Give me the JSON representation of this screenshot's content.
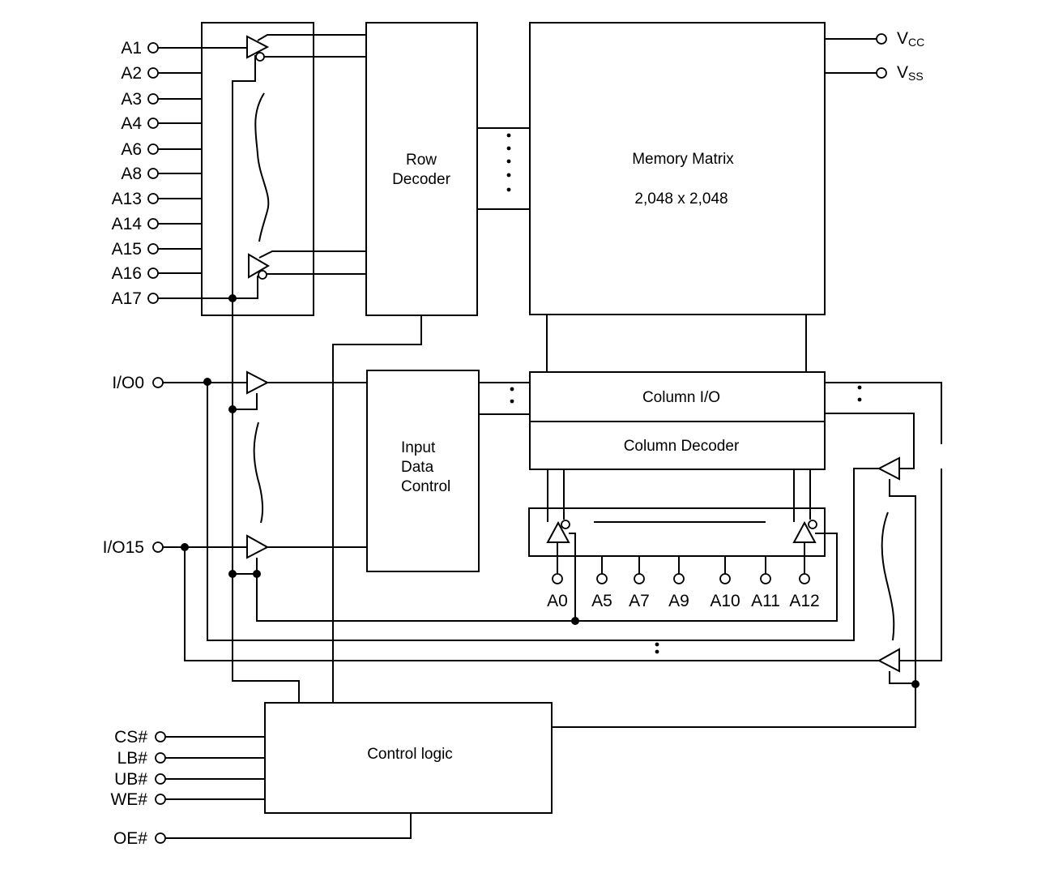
{
  "address_pins_left": [
    "A1",
    "A2",
    "A3",
    "A4",
    "A6",
    "A8",
    "A13",
    "A14",
    "A15",
    "A16",
    "A17"
  ],
  "power_pins": [
    {
      "main": "V",
      "sub": "CC"
    },
    {
      "main": "V",
      "sub": "SS"
    }
  ],
  "io_pins": [
    "I/O0",
    "I/O15"
  ],
  "control_pins": [
    "CS#",
    "LB#",
    "UB#",
    "WE#"
  ],
  "oe_pin": "OE#",
  "column_address_pins": [
    "A0",
    "A5",
    "A7",
    "A9",
    "A10",
    "A11",
    "A12"
  ],
  "blocks": {
    "row_decoder": [
      "Row",
      "Decoder"
    ],
    "memory_matrix": [
      "Memory Matrix",
      "2,048 x 2,048"
    ],
    "input_data_control": [
      "Input",
      "Data",
      "Control"
    ],
    "column_io": "Column I/O",
    "column_decoder": "Column Decoder",
    "control_logic": "Control logic"
  }
}
